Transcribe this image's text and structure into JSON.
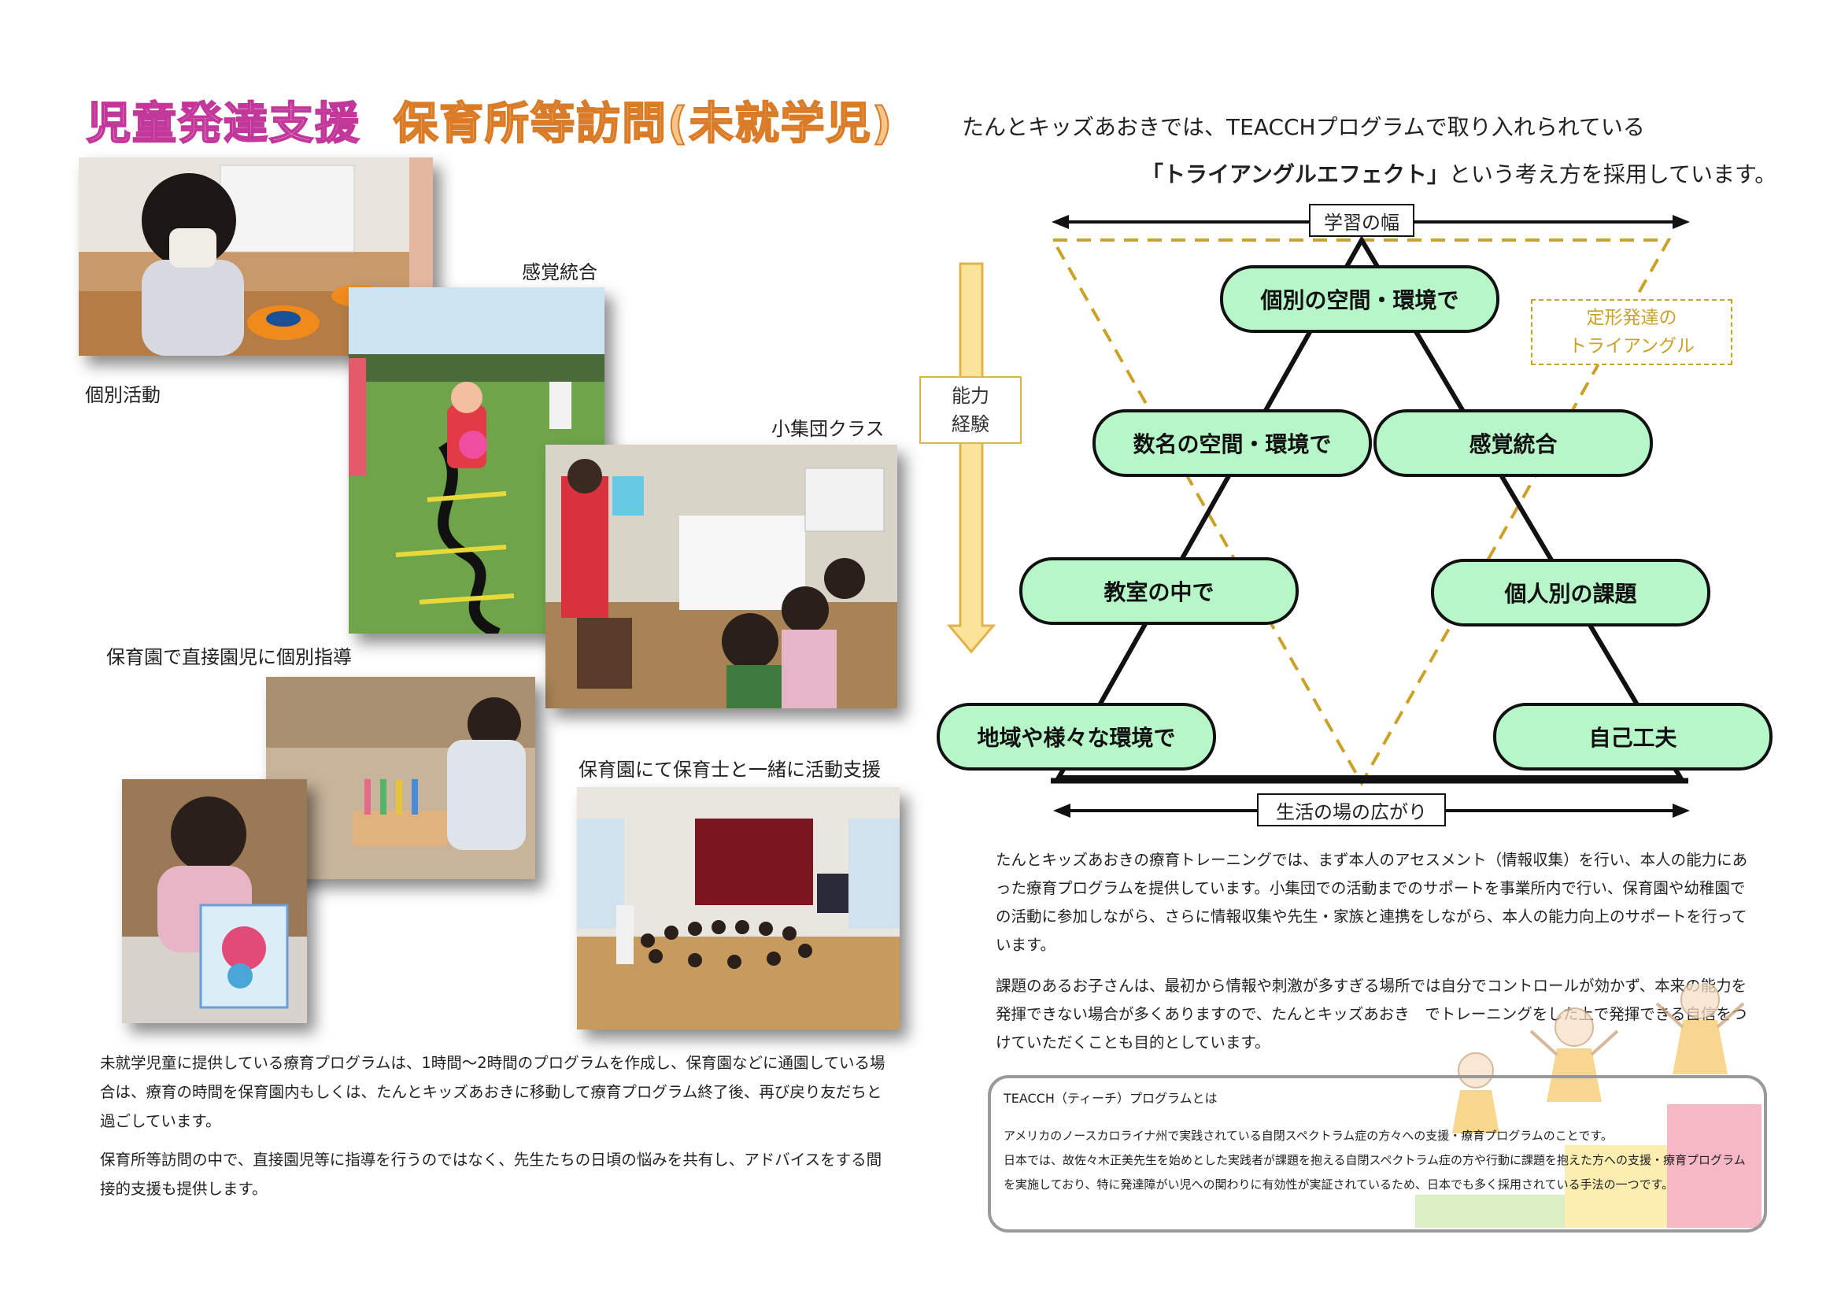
{
  "header": {
    "title_main": "児童発達支援",
    "title_sub": "保育所等訪問(未就学児)"
  },
  "photos": [
    {
      "caption": "個別活動"
    },
    {
      "caption": "感覚統合"
    },
    {
      "caption": "小集団クラス"
    },
    {
      "caption": "保育園で直接園児に個別指導"
    },
    {
      "caption": "保育園にて保育士と一緒に活動支援"
    }
  ],
  "left_text": {
    "p1": "未就学児童に提供している療育プログラムは、1時間～2時間のプログラムを作成し、保育園などに通園している場合は、療育の時間を保育園内もしくは、たんとキッズあおきに移動して療育プログラム終了後、再び戻り友だちと過ごしています。",
    "p2": "保育所等訪問の中で、直接園児等に指導を行うのではなく、先生たちの日頃の悩みを共有し、アドバイスをする間接的支援も提供します。"
  },
  "intro": {
    "line1": "たんとキッズあおきでは、TEACCHプログラムで取り入れられている",
    "line2_bold": "「トライアングルエフェクト」",
    "line2_rest": "という考え方を採用しています。"
  },
  "diagram": {
    "top_label": "学習の幅",
    "bottom_label": "生活の場の広がり",
    "side_label_1": "能力",
    "side_label_2": "経験",
    "dashed_label_1": "定形発達の",
    "dashed_label_2": "トライアングル",
    "nodes": {
      "n1": "個別の空間・環境で",
      "n2": "数名の空間・環境で",
      "n3": "感覚統合",
      "n4": "教室の中で",
      "n5": "個人別の課題",
      "n6": "地域や様々な環境で",
      "n7": "自己工夫"
    },
    "colors": {
      "node_fill": "#b7f6c9",
      "dashed": "#c9a227",
      "arrow_fill": "#fbe39a",
      "arrow_stroke": "#e0b44a"
    }
  },
  "right_text": {
    "p1": "たんとキッズあおきの療育トレーニングでは、まず本人のアセスメント（情報収集）を行い、本人の能力にあった療育プログラムを提供しています。小集団での活動までのサポートを事業所内で行い、保育園や幼稚園での活動に参加しながら、さらに情報収集や先生・家族と連携をしながら、本人の能力向上のサポートを行っています。",
    "p2": "課題のあるお子さんは、最初から情報や刺激が多すぎる場所では自分でコントロールが効かず、本来の能力を発揮できない場合が多くありますので、たんとキッズあおき　でトレーニングをした上で発揮できる自信をつけていただくことも目的としています。"
  },
  "teacch": {
    "heading": "TEACCH（ティーチ）プログラムとは",
    "line1": "アメリカのノースカロライナ州で実践されている自閉スペクトラム症の方々への支援・療育プログラムのことです。",
    "line2": "日本では、故佐々木正美先生を始めとした実践者が課題を抱える自閉スペクトラム症の方や行動に課題を抱えた方への支援・療育プログラムを実施しており、特に発達障がい児への関わりに有効性が実証されているため、日本でも多く採用されている手法の一つです。"
  }
}
